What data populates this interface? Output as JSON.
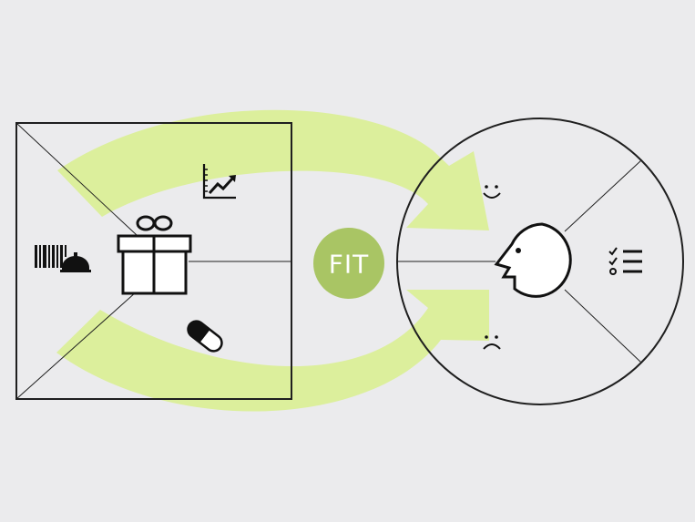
{
  "diagram": {
    "center_label": "FIT",
    "colors": {
      "background": "#ebebed",
      "arrow": "#dcef9c",
      "fit_badge": "#a9c564",
      "stroke": "#1f1f1f"
    },
    "left_panel": {
      "name": "value-map",
      "icons": [
        "barcode-service-icon",
        "gift-icon",
        "growth-chart-icon",
        "pill-icon"
      ]
    },
    "right_panel": {
      "name": "customer-profile",
      "icons": [
        "smile-icon",
        "customer-face-icon",
        "checklist-icon",
        "frown-icon"
      ]
    }
  }
}
